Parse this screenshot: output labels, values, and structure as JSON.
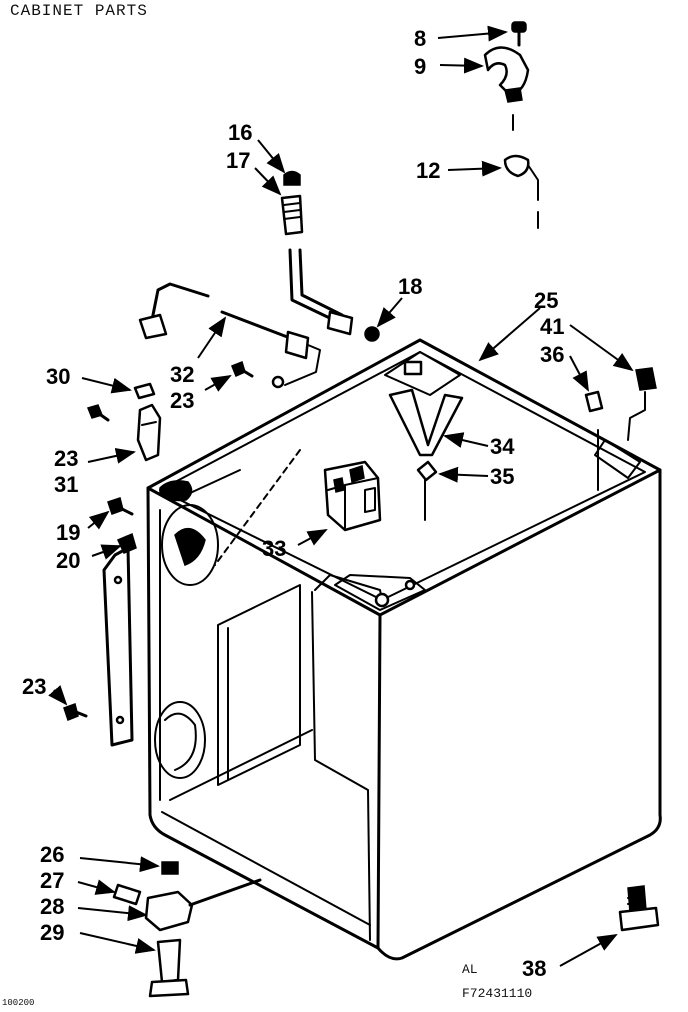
{
  "header": {
    "title": "CABINET PARTS"
  },
  "footer": {
    "code_left": "AL",
    "code_right": "F72431110",
    "corner_text": "100200"
  },
  "callouts": [
    {
      "id": "c8",
      "label": "8"
    },
    {
      "id": "c9",
      "label": "9"
    },
    {
      "id": "c12",
      "label": "12"
    },
    {
      "id": "c16",
      "label": "16"
    },
    {
      "id": "c17",
      "label": "17"
    },
    {
      "id": "c18",
      "label": "18"
    },
    {
      "id": "c25",
      "label": "25"
    },
    {
      "id": "c41",
      "label": "41"
    },
    {
      "id": "c36",
      "label": "36"
    },
    {
      "id": "c30",
      "label": "30"
    },
    {
      "id": "c32",
      "label": "32"
    },
    {
      "id": "c23a",
      "label": "23"
    },
    {
      "id": "c23b",
      "label": "23"
    },
    {
      "id": "c31",
      "label": "31"
    },
    {
      "id": "c34",
      "label": "34"
    },
    {
      "id": "c35",
      "label": "35"
    },
    {
      "id": "c19",
      "label": "19"
    },
    {
      "id": "c20",
      "label": "20"
    },
    {
      "id": "c33",
      "label": "33"
    },
    {
      "id": "c23c",
      "label": "23"
    },
    {
      "id": "c26",
      "label": "26"
    },
    {
      "id": "c27",
      "label": "27"
    },
    {
      "id": "c28",
      "label": "28"
    },
    {
      "id": "c29",
      "label": "29"
    },
    {
      "id": "c38",
      "label": "38"
    }
  ]
}
